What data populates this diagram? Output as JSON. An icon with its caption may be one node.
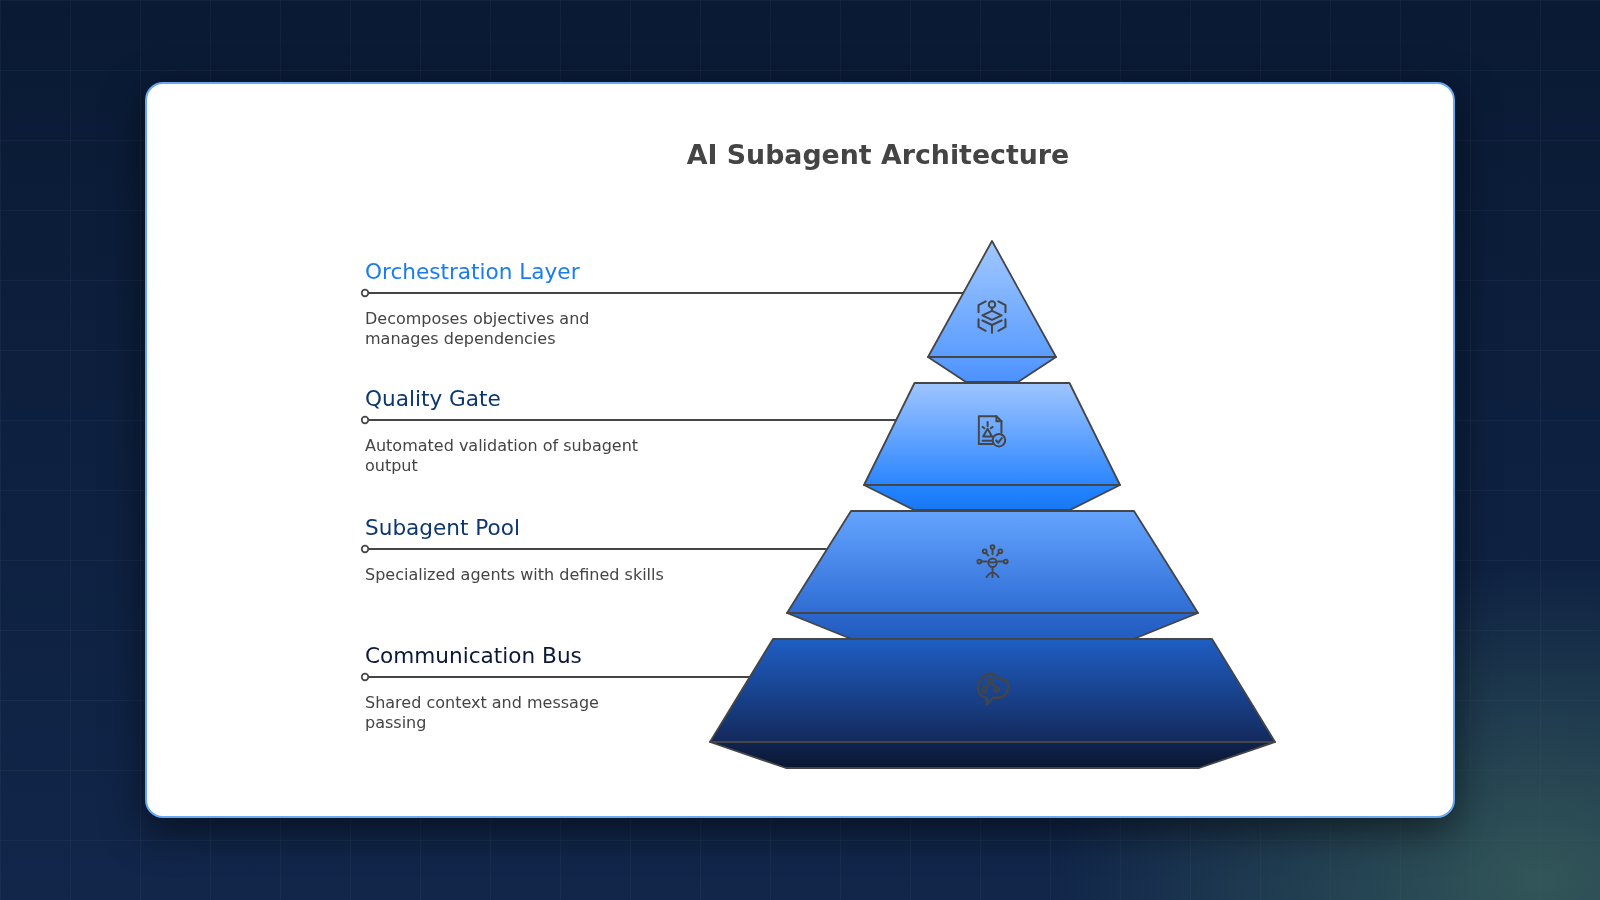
{
  "diagram": {
    "title": "AI Subagent Architecture",
    "nodes": [
      {
        "text": [
          "Orchestration Layer",
          "Decomposes objectives and manages dependencies"
        ]
      },
      {
        "text": [],
        "shape": "triangle"
      },
      {
        "text": [
          "Quality Gate",
          "Automated validation of subagent output"
        ]
      },
      {
        "text": [],
        "shape": "trapezoid"
      },
      {
        "text": [
          "Subagent Pool",
          "Specialized agents with defined skills"
        ]
      },
      {
        "text": [],
        "shape": "trapezoid"
      },
      {
        "text": [
          "Communication Bus",
          "Shared context and message passing"
        ]
      },
      {
        "text": [],
        "shape": "trapezoid"
      }
    ],
    "edges": [
      {
        "from": 0,
        "to": 1,
        "arrow": "other"
      },
      {
        "from": 2,
        "to": 3,
        "arrow": "other"
      },
      {
        "from": 4,
        "to": 5,
        "arrow": "other"
      },
      {
        "from": 6,
        "to": 7,
        "arrow": "other"
      }
    ]
  }
}
